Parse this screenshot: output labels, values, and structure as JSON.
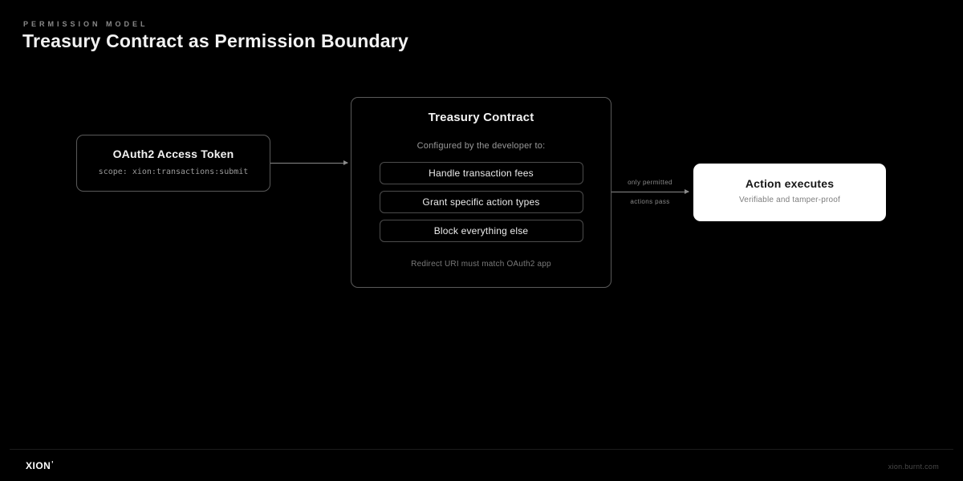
{
  "header": {
    "eyebrow": "PERMISSION MODEL",
    "title": "Treasury Contract as Permission Boundary"
  },
  "diagram": {
    "token_box": {
      "title": "OAuth2 Access Token",
      "scope": "scope: xion:transactions:submit"
    },
    "treasury_box": {
      "title": "Treasury Contract",
      "subtitle": "Configured by the developer to:",
      "items": [
        {
          "label": "Handle transaction fees"
        },
        {
          "label": "Grant specific action types"
        },
        {
          "label": "Block everything else"
        }
      ],
      "footnote": "Redirect URI must match OAuth2 app"
    },
    "flow_arrow": {
      "label_top": "only permitted",
      "label_bottom": "actions pass"
    },
    "result_box": {
      "title": "Action executes",
      "subtitle": "Verifiable and tamper-proof"
    }
  },
  "footer": {
    "logo": "XION",
    "logo_mark": "ꞌ",
    "link": "xion.burnt.com"
  },
  "colors": {
    "background": "#000000",
    "node_border": "#5a5a5a",
    "inner_border": "#4c4c4c",
    "muted_text": "#8a8a8a",
    "result_bg": "#ffffff"
  }
}
